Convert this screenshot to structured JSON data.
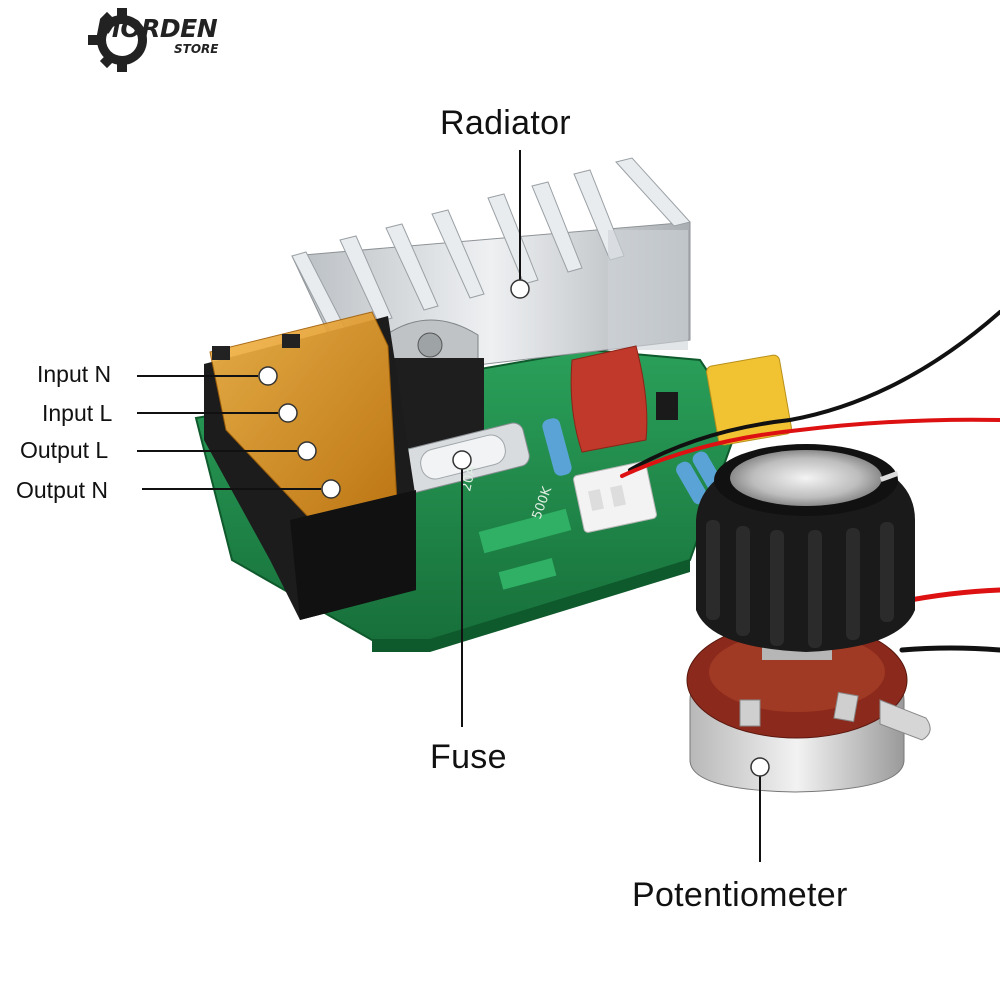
{
  "brand": {
    "name": "MORDEN",
    "sub": "STORE",
    "colors": {
      "green": "#22a33a",
      "dark": "#222222"
    }
  },
  "labels": {
    "radiator": "Radiator",
    "fuse": "Fuse",
    "potentiometer": "Potentiometer",
    "input_n": "Input N",
    "input_l": "Input L",
    "output_l": "Output L",
    "output_n": "Output N"
  },
  "board_markings": {
    "fuse_rating": "20A",
    "resistor_value": "500K"
  },
  "colors": {
    "pcb": "#1e8a44",
    "terminal_cover": "#e8a020",
    "heatsink": "#cfd3d6",
    "capacitor_red": "#c0392b",
    "capacitor_yellow": "#f1c232",
    "knob": "#1a1a1a",
    "pot_body": "#8b2a1c"
  }
}
